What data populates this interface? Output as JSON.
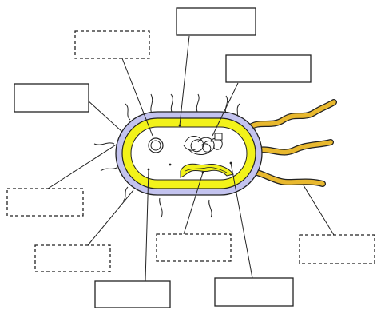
{
  "diagram": {
    "labels": [
      {
        "id": "label-top-center",
        "text": ""
      },
      {
        "id": "label-top-left-dashed",
        "text": ""
      },
      {
        "id": "label-top-right",
        "text": ""
      },
      {
        "id": "label-left-upper",
        "text": ""
      },
      {
        "id": "label-left-dashed",
        "text": ""
      },
      {
        "id": "label-bottom-left-dashed",
        "text": ""
      },
      {
        "id": "label-bottom-center-dashed",
        "text": ""
      },
      {
        "id": "label-bottom-right-dashed",
        "text": ""
      },
      {
        "id": "label-bottom-left",
        "text": ""
      },
      {
        "id": "label-bottom-center-right",
        "text": ""
      }
    ]
  },
  "colors": {
    "capsule": "#c3c3ef",
    "cell_wall": "#f2f21a",
    "cytoplasm": "#ffffff",
    "flagella": "#e8b82e",
    "outline": "#222222"
  }
}
